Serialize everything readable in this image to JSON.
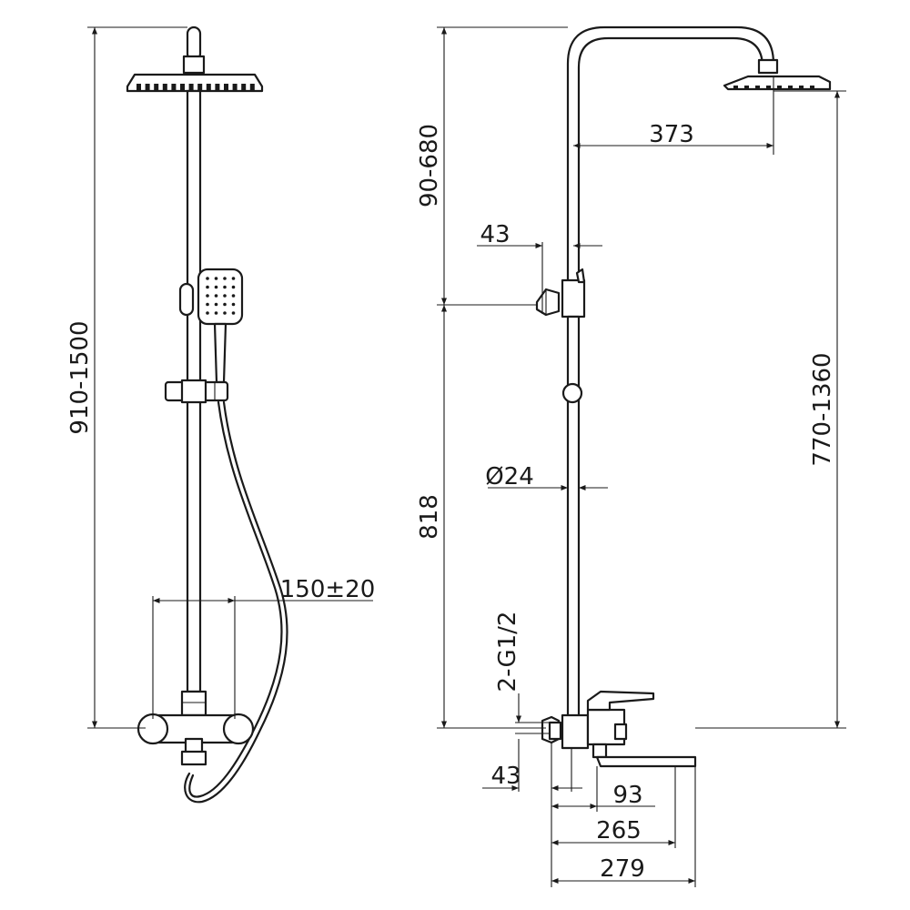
{
  "dimensions": {
    "left_total_height": "910-1500",
    "left_handle_spacing": "150±20",
    "right_top_height": "90-680",
    "right_head_reach": "373",
    "right_bracket_offset": "43",
    "right_pipe_diameter": "Ø24",
    "right_lower_height": "818",
    "right_head_height": "770-1360",
    "right_inlet_thread": "2-G1/2",
    "right_inlet_offset": "43",
    "right_body_depth": "93",
    "right_spout_reach": "265",
    "right_total_depth": "279"
  },
  "colors": {
    "line": "#1a1a1a",
    "background": "#ffffff"
  }
}
